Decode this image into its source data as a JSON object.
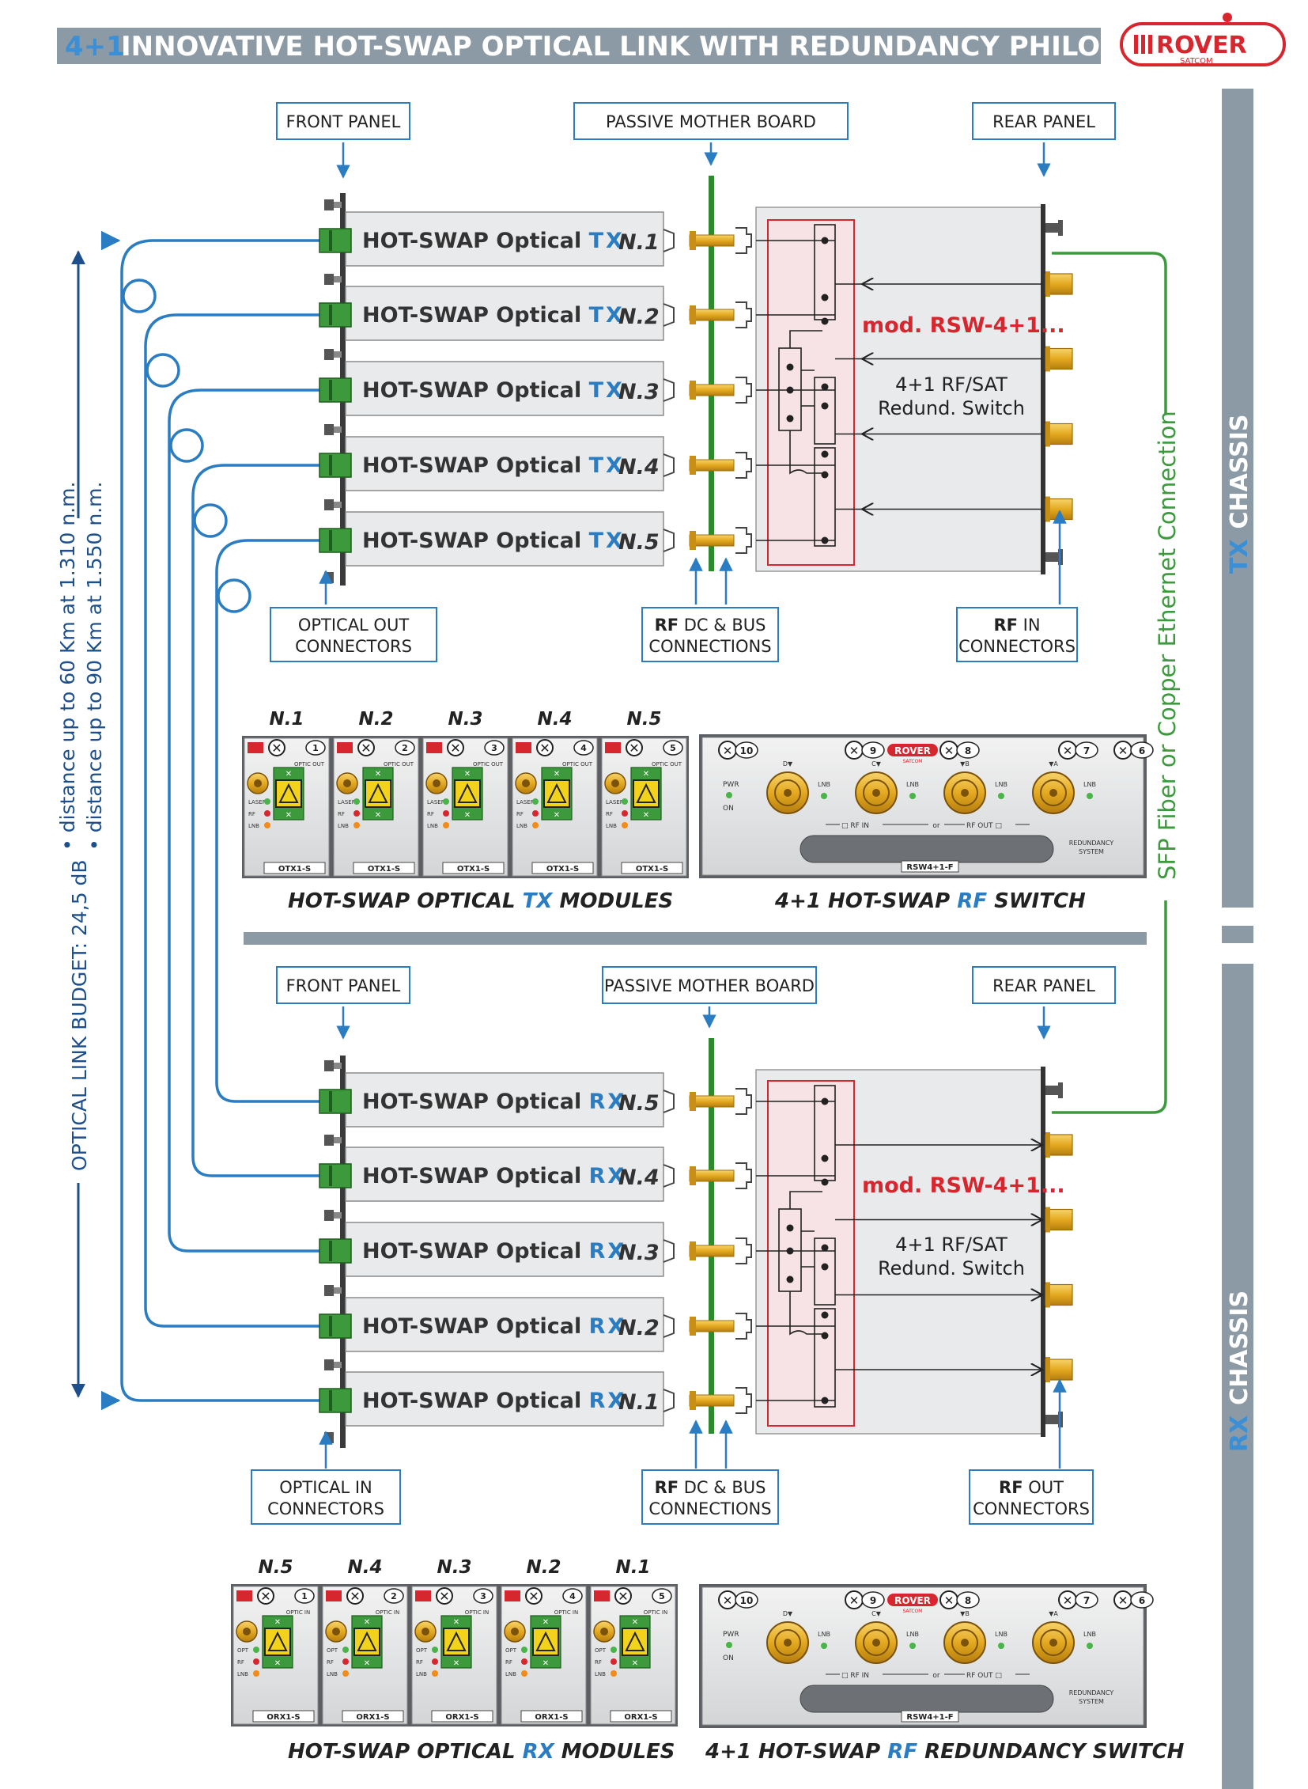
{
  "header": {
    "prefix": "4+1",
    "title": "INNOVATIVE HOT-SWAP OPTICAL LINK WITH REDUNDANCY PHILOSOPHY",
    "logo_text": "ROVER",
    "logo_sub": "SATCOM"
  },
  "colors": {
    "blue": "#2a7cc3",
    "navy": "#1c4f8c",
    "red": "#d8262e",
    "green": "#3c9a3c",
    "gray_bar": "#8c9aa5",
    "module_fill": "#e9eaec"
  },
  "left_annotation": {
    "budget": "OPTICAL LINK BUDGET:  24,5 dB",
    "line1": "• distance up to 60 Km at 1.310 n.m.",
    "line2": "• distance up to 90 Km at 1.550 n.m."
  },
  "right_link_label": "SFP Fiber or Copper Ethernet Connection",
  "chassis": {
    "tx_prefix": "TX",
    "tx_suffix": "CHASSIS",
    "rx_prefix": "RX",
    "rx_suffix": "CHASSIS"
  },
  "tx": {
    "labels": {
      "front": "FRONT PANEL",
      "mother": "PASSIVE MOTHER BOARD",
      "rear": "REAR PANEL",
      "conn_left_1": "OPTICAL OUT",
      "conn_left_2": "CONNECTORS",
      "bus_1a": "RF",
      "bus_1b": " DC & BUS",
      "bus_2": "CONNECTIONS",
      "conn_right_1a": "RF",
      "conn_right_1b": "  IN",
      "conn_right_2": "CONNECTORS"
    },
    "modules": [
      {
        "name": "HOT-SWAP Optical ",
        "kind": "TX",
        "num": "N.1"
      },
      {
        "name": "HOT-SWAP Optical ",
        "kind": "TX",
        "num": "N.2"
      },
      {
        "name": "HOT-SWAP Optical ",
        "kind": "TX",
        "num": "N.3"
      },
      {
        "name": "HOT-SWAP Optical ",
        "kind": "TX",
        "num": "N.4"
      },
      {
        "name": "HOT-SWAP Optical ",
        "kind": "TX",
        "num": "N.5"
      }
    ],
    "switch": {
      "model": "mod. RSW-4+1...",
      "line1": "4+1 RF/SAT",
      "line2": "Redund. Switch"
    },
    "front_modules": {
      "nums": [
        "N.1",
        "N.2",
        "N.3",
        "N.4",
        "N.5"
      ],
      "slots": [
        "1",
        "2",
        "3",
        "4",
        "5"
      ],
      "code": "OTX1-S",
      "port_label": "OPTIC OUT",
      "led1": "LASER",
      "led2": "RF",
      "led3": "LNB",
      "caption_a": "HOT-SWAP OPTICAL ",
      "caption_b": "TX",
      "caption_c": " MODULES"
    },
    "front_switch": {
      "caption_a": "4+1 HOT-SWAP ",
      "caption_b": "RF",
      "caption_c": "  SWITCH"
    }
  },
  "rx": {
    "labels": {
      "front": "FRONT PANEL",
      "mother": "PASSIVE MOTHER BOARD",
      "rear": "REAR PANEL",
      "conn_left_1": "OPTICAL IN",
      "conn_left_2": "CONNECTORS",
      "bus_1a": "RF",
      "bus_1b": " DC & BUS",
      "bus_2": "CONNECTIONS",
      "conn_right_1a": "RF",
      "conn_right_1b": "  OUT",
      "conn_right_2": "CONNECTORS"
    },
    "modules": [
      {
        "name": "HOT-SWAP Optical ",
        "kind": "RX",
        "num": "N.5"
      },
      {
        "name": "HOT-SWAP Optical ",
        "kind": "RX",
        "num": "N.4"
      },
      {
        "name": "HOT-SWAP Optical ",
        "kind": "RX",
        "num": "N.3"
      },
      {
        "name": "HOT-SWAP Optical ",
        "kind": "RX",
        "num": "N.2"
      },
      {
        "name": "HOT-SWAP Optical ",
        "kind": "RX",
        "num": "N.1"
      }
    ],
    "switch": {
      "model": "mod. RSW-4+1...",
      "line1": "4+1 RF/SAT",
      "line2": "Redund. Switch"
    },
    "front_modules": {
      "nums": [
        "N.5",
        "N.4",
        "N.3",
        "N.2",
        "N.1"
      ],
      "slots": [
        "1",
        "2",
        "3",
        "4",
        "5"
      ],
      "code": "ORX1-S",
      "port_label": "OPTIC IN",
      "led1": "OPT",
      "led2": "RF",
      "led3": "LNB",
      "caption_a": "HOT-SWAP OPTICAL ",
      "caption_b": "RX",
      "caption_c": " MODULES"
    },
    "front_switch": {
      "caption_a": "4+1 HOT-SWAP ",
      "caption_b": "RF",
      "caption_c": " REDUNDANCY SWITCH"
    }
  },
  "switch_panel": {
    "slots": [
      "10",
      "9",
      "8",
      "7",
      "6"
    ],
    "port_labels": [
      "D▼",
      "C▼",
      "▼B",
      "▼A"
    ],
    "lnb": "LNB",
    "pwr": "PWR",
    "on": "ON",
    "rf_in": "RF IN",
    "or": "or",
    "rf_out": "RF OUT",
    "system_1": "REDUNDANCY",
    "system_2": "SYSTEM",
    "model": "RSW4+1-F",
    "logo": "ROVER",
    "logo_sub": "SATCOM"
  }
}
